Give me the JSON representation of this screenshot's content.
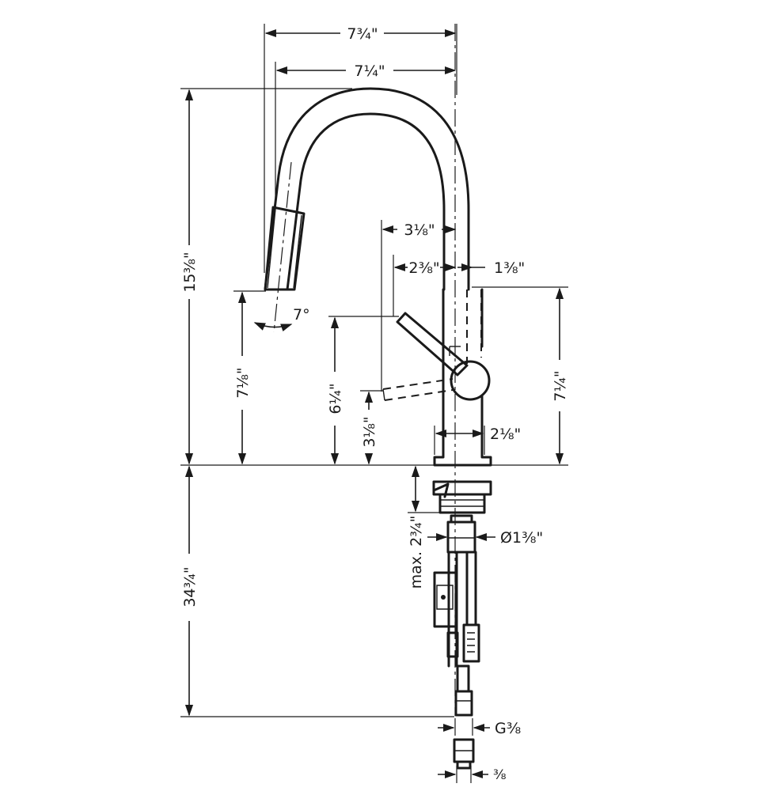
{
  "dimensions": {
    "overall_spout_reach": "7¾\"",
    "spout_reach": "7¼\"",
    "faucet_height": "15⅜\"",
    "lever_reach": "3⅛\"",
    "lever_offset": "2⅜\"",
    "body_offset": "1⅜\"",
    "spray_height": "7⅛\"",
    "lever_height": "6¼\"",
    "lever_low_height": "3⅛\"",
    "body_height": "7¼\"",
    "base_diameter": "2⅛\"",
    "max_deck_thickness": "max. 2¾\"",
    "shank_diameter": "Ø1⅜\"",
    "supply_length": "34¾\"",
    "connection_thread": "G⅜",
    "supply_fitting": "⅜",
    "swivel_angle": "7°"
  }
}
